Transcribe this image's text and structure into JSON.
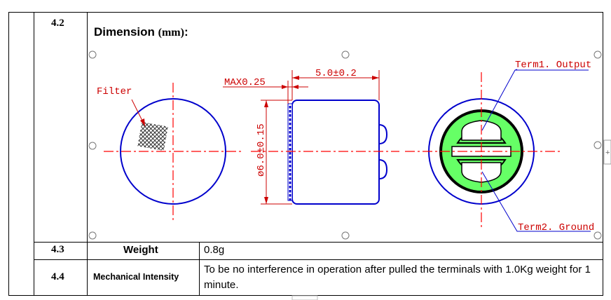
{
  "rows": [
    {
      "number": "4.2",
      "title": "Dimension",
      "unit": "(mm)",
      "colon": ":",
      "drawing_labels": {
        "filter": "Filter",
        "max_thickness": "MAX0.25",
        "length": "5.0±0.2",
        "diameter": "ø6.0±0.15",
        "term1": "Term1. Output",
        "term2": "Term2. Ground"
      }
    },
    {
      "number": "4.3",
      "label": "Weight",
      "value": "0.8g"
    },
    {
      "number": "4.4",
      "label": "Mechanical Intensity",
      "value": "To be no interference in operation after pulled the terminals with 1.0Kg weight for 1 minute."
    }
  ],
  "colors": {
    "outline": "#0000cc",
    "centerline": "#ff0000",
    "dimension": "#cc0000",
    "term_fill": "#66ff66",
    "grid": "#000000"
  },
  "side_icon": "+"
}
